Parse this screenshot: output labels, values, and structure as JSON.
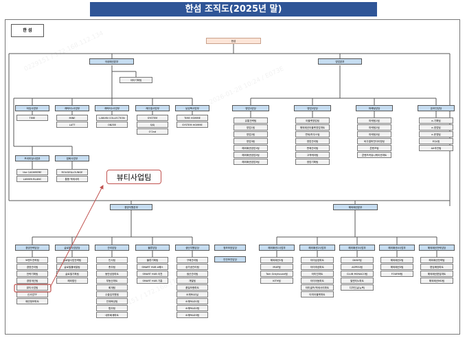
{
  "title": "한섬 조직도(2025년 말)",
  "corp_label": "한 섬",
  "root": "한섬",
  "callout": "뷰티사업팀",
  "domestic": {
    "name": "국내패션본부",
    "sub_team": "이타기획팀",
    "units": [
      {
        "name": "타임사업부",
        "items": [
          "TIME"
        ]
      },
      {
        "name": "캐릭터1사업부",
        "items": [
          "MINE",
          "LATT"
        ]
      },
      {
        "name": "캐릭터2사업부",
        "items": [
          "LANVIN COLLECTION",
          "OBZEE"
        ]
      },
      {
        "name": "캐주얼사업부",
        "items": [
          "SYSTEM",
          "SJSJ",
          "O'2nd"
        ]
      },
      {
        "name": "남성복사업부",
        "items": [
          "TIME HOMME",
          "SYSTEM HOMME"
        ]
      },
      {
        "name": "프리미엄사업부",
        "items": [
          "the CASHMERE",
          "LANVIN BLANC"
        ]
      },
      {
        "name": "잡화사업부",
        "items": [
          "ROUGE&LOUNGE",
          "통합 액세서리"
        ]
      }
    ]
  },
  "sales": {
    "name": "영업본부",
    "units": [
      {
        "name": "영업1담당",
        "items": [
          "유통전략팀",
          "영업1팀",
          "영업2팀",
          "영업3팀",
          "해외패션영업1팀",
          "해외패션영업2팀",
          "해외패션영업3팀"
        ]
      },
      {
        "name": "영업2담당",
        "items": [
          "아울렛영업팀",
          "해외패션아울렛영업파트",
          "면세/하우스팀",
          "영업관리팀",
          "판매관리팀",
          "고객케어팀",
          "영업기획팀"
        ]
      },
      {
        "name": "마케팅담당",
        "items": [
          "마케팅1팀",
          "마케팅2팀",
          "마케팅3팀",
          "비주얼머천다이징팀",
          "콘텐츠팀",
          "콘텐츠커뮤니케이션파트"
        ]
      },
      {
        "name": "온라인담당",
        "items": [
          "e-기획팀",
          "e-영업팀",
          "e-운영팀",
          "EQL팀",
          "AX추진팀"
        ]
      }
    ]
  },
  "support": {
    "name": "경영지원본부",
    "units": [
      {
        "name": "경영전략담당",
        "items": [
          "브랜드전략팀",
          "경영관리팀",
          "전략기획팀",
          "경영개선팀",
          "뷰티사업팀",
          "신사업TF",
          "패션정보파트"
        ]
      },
      {
        "name": "글로벌사업담당",
        "items": [
          "글로벌사업전략팀",
          "글로벌홀세일팀",
          "글로벌기획팀",
          "해외법인"
        ]
      },
      {
        "name": "관리담당",
        "items": [
          "인사팀",
          "총무팀",
          "동반성장파트",
          "부동산파트",
          "회계팀",
          "수출입지원팀",
          "인재육성팀",
          "법무팀",
          "내부회계파트"
        ]
      },
      {
        "name": "물류담당",
        "items": [
          "물류기획팀",
          "SMART HUB e베스",
          "SMART HUB 이천",
          "SMART HUB 기흥"
        ]
      },
      {
        "name": "생산지원담당",
        "items": [
          "구매관리팀",
          "상가공관리팀",
          "생산관리팀",
          "개발팀",
          "품질보증파트",
          "소재R&D실",
          "소재R&D1팀",
          "소재R&D2팀",
          "소재R&D3팀"
        ]
      },
      {
        "name": "정보보호담당",
        "items": []
      },
      {
        "name": "안전보건담당",
        "items": []
      }
    ]
  },
  "overseas": {
    "name": "해외패션본부",
    "units": [
      {
        "name": "해외패션1사업부",
        "items": [
          "해외패션1팀",
          "MUE팀",
          "Tom Greyhound팀",
          "KITH팀"
        ]
      },
      {
        "name": "해외패션2사업부",
        "items": [
          "타미남성파트",
          "타미여성파트",
          "타미진파트",
          "타미아동파트",
          "타미골프/액세서리파트",
          "타미아울렛파트"
        ]
      },
      {
        "name": "해외패션3사업부",
        "items": [
          "DKNY팀",
          "ASPESI팀",
          "CLUB MONACO팀",
          "발렌티노파트",
          "디자인실(뉴욕)"
        ]
      },
      {
        "name": "해외패션4사업부",
        "items": [
          "해외패션2팀",
          "해외패션3팀",
          "FOURM팀"
        ]
      },
      {
        "name": "해외패션전략담당",
        "items": [
          "해외패션전략팀",
          "편집매장파트",
          "해외패션편집파트",
          "해외패션MD팀"
        ]
      }
    ]
  },
  "colors": {
    "title_bg": "#2f5597",
    "unit_bg": "#c5dcf0",
    "root_bg": "#fde5d8",
    "callout_border": "#c0504d"
  }
}
